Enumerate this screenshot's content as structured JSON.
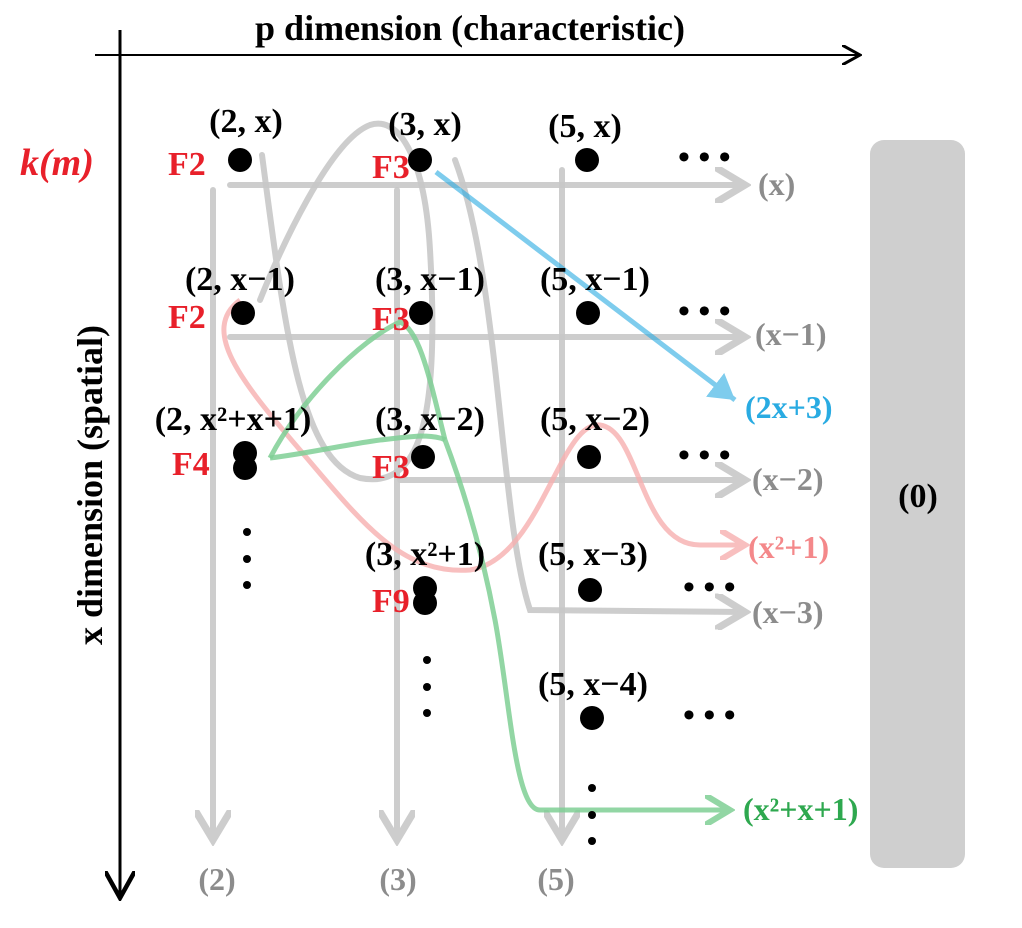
{
  "axes": {
    "top_label": "p dimension (characteristic)",
    "left_label": "x dimension (spatial)",
    "residue_field_label": "k(m)"
  },
  "points": [
    {
      "label": "(2, x)",
      "field": "F2"
    },
    {
      "label": "(3, x)",
      "field": "F3"
    },
    {
      "label": "(5, x)",
      "field": ""
    },
    {
      "label": "(2, x−1)",
      "field": "F2"
    },
    {
      "label": "(3, x−1)",
      "field": "F3"
    },
    {
      "label": "(5, x−1)",
      "field": ""
    },
    {
      "label": "(2, x²+x+1)",
      "field": "F4"
    },
    {
      "label": "(3, x−2)",
      "field": "F3"
    },
    {
      "label": "(5, x−2)",
      "field": ""
    },
    {
      "label": "(3, x²+1)",
      "field": "F9"
    },
    {
      "label": "(5, x−3)",
      "field": ""
    },
    {
      "label": "(5, x−4)",
      "field": ""
    }
  ],
  "column_labels": [
    "(2)",
    "(3)",
    "(5)"
  ],
  "row_labels": [
    "(x)",
    "(x−1)",
    "(x−2)",
    "(x−3)"
  ],
  "curves": {
    "blue": {
      "label": "(2x+3)",
      "color": "#29abe2"
    },
    "pink": {
      "label": "(x²+1)",
      "color": "#f4888a"
    },
    "green": {
      "label": "(x²+x+1)",
      "color": "#2ea84f"
    }
  },
  "generic_point": {
    "label": "(0)"
  },
  "ellipsis": "• • •"
}
